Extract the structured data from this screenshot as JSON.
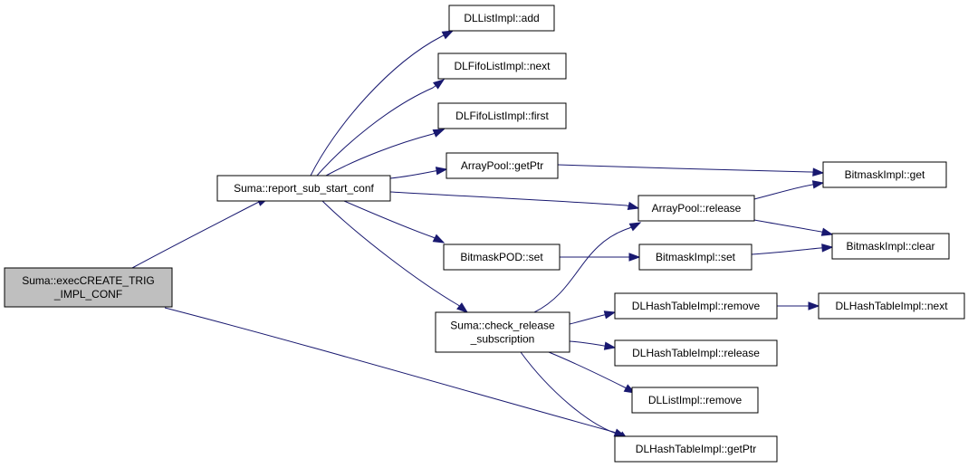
{
  "nodes": {
    "exec": {
      "lines": [
        "Suma::execCREATE_TRIG",
        "_IMPL_CONF"
      ],
      "highlight": true
    },
    "report": {
      "lines": [
        "Suma::report_sub_start_conf"
      ]
    },
    "check": {
      "lines": [
        "Suma::check_release",
        "_subscription"
      ]
    },
    "dllist_add": {
      "lines": [
        "DLListImpl::add"
      ]
    },
    "dlfifo_next": {
      "lines": [
        "DLFifoListImpl::next"
      ]
    },
    "dlfifo_first": {
      "lines": [
        "DLFifoListImpl::first"
      ]
    },
    "arraypool_getptr": {
      "lines": [
        "ArrayPool::getPtr"
      ]
    },
    "bitmaskpod_set": {
      "lines": [
        "BitmaskPOD::set"
      ]
    },
    "arraypool_release": {
      "lines": [
        "ArrayPool::release"
      ]
    },
    "bitmaskimpl_set": {
      "lines": [
        "BitmaskImpl::set"
      ]
    },
    "bitmaskimpl_get": {
      "lines": [
        "BitmaskImpl::get"
      ]
    },
    "bitmaskimpl_clear": {
      "lines": [
        "BitmaskImpl::clear"
      ]
    },
    "dlhash_remove": {
      "lines": [
        "DLHashTableImpl::remove"
      ]
    },
    "dlhash_next": {
      "lines": [
        "DLHashTableImpl::next"
      ]
    },
    "dlhash_release": {
      "lines": [
        "DLHashTableImpl::release"
      ]
    },
    "dllist_remove": {
      "lines": [
        "DLListImpl::remove"
      ]
    },
    "dlhash_getptr": {
      "lines": [
        "DLHashTableImpl::getPtr"
      ]
    }
  },
  "edges": [
    {
      "from": "exec",
      "to": "report"
    },
    {
      "from": "exec",
      "to": "dlhash_getptr"
    },
    {
      "from": "report",
      "to": "dllist_add"
    },
    {
      "from": "report",
      "to": "dlfifo_next"
    },
    {
      "from": "report",
      "to": "dlfifo_first"
    },
    {
      "from": "report",
      "to": "arraypool_getptr"
    },
    {
      "from": "report",
      "to": "arraypool_release"
    },
    {
      "from": "report",
      "to": "bitmaskpod_set"
    },
    {
      "from": "report",
      "to": "check"
    },
    {
      "from": "arraypool_getptr",
      "to": "bitmaskimpl_get"
    },
    {
      "from": "arraypool_release",
      "to": "bitmaskimpl_get"
    },
    {
      "from": "arraypool_release",
      "to": "bitmaskimpl_clear"
    },
    {
      "from": "bitmaskpod_set",
      "to": "bitmaskimpl_set"
    },
    {
      "from": "bitmaskimpl_set",
      "to": "bitmaskimpl_clear"
    },
    {
      "from": "check",
      "to": "arraypool_release"
    },
    {
      "from": "check",
      "to": "dlhash_remove"
    },
    {
      "from": "check",
      "to": "dlhash_release"
    },
    {
      "from": "check",
      "to": "dllist_remove"
    },
    {
      "from": "check",
      "to": "dlhash_getptr"
    },
    {
      "from": "dlhash_remove",
      "to": "dlhash_next"
    }
  ]
}
